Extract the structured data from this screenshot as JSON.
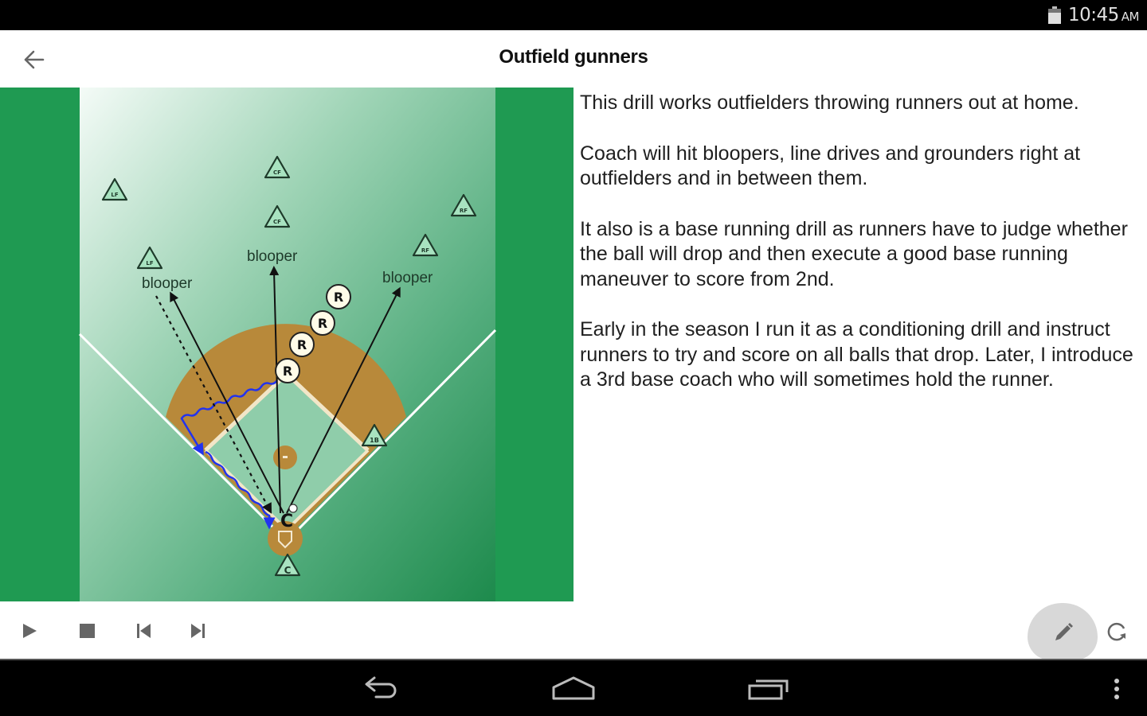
{
  "status_bar": {
    "time": "10:45",
    "ampm": "AM",
    "icons": [
      "battery-icon"
    ]
  },
  "app_bar": {
    "back_icon": "arrow-left-icon",
    "title": "Outfield gunners"
  },
  "diagram": {
    "labels": {
      "blooper_left": "blooper",
      "blooper_center": "blooper",
      "blooper_right": "blooper",
      "coach": "C"
    },
    "players": [
      {
        "pos": "LF",
        "role": "outfielder-deep"
      },
      {
        "pos": "CF",
        "role": "outfielder-deep"
      },
      {
        "pos": "RF",
        "role": "outfielder-deep"
      },
      {
        "pos": "LF",
        "role": "outfielder-shallow"
      },
      {
        "pos": "CF",
        "role": "outfielder-shallow"
      },
      {
        "pos": "RF",
        "role": "outfielder-shallow"
      },
      {
        "pos": "1B",
        "role": "first-base"
      },
      {
        "pos": "C",
        "role": "catcher"
      }
    ],
    "runners": [
      "R",
      "R",
      "R",
      "R"
    ],
    "colors": {
      "outer_green": "#1f9a52",
      "field_light": "#e8f5ee",
      "field_dark": "#2a8f57",
      "dirt": "#b8893a",
      "runner_path": "#2233ee"
    }
  },
  "description": {
    "paragraphs": [
      "This drill works outfielders throwing runners out at home.",
      "Coach will hit bloopers, line drives and grounders right at outfielders and in between them.",
      "It also is a base running drill as runners have to judge whether the ball will drop and then execute a good base running maneuver to score from 2nd.",
      "Early in the season I run it as a conditioning drill and instruct runners to try and score on all balls that drop. Later, I introduce a 3rd base coach who will sometimes hold the runner."
    ]
  },
  "playback": {
    "buttons": [
      {
        "name": "play-button",
        "icon": "play-icon"
      },
      {
        "name": "stop-button",
        "icon": "stop-icon"
      },
      {
        "name": "skip-previous-button",
        "icon": "skip-previous-icon"
      },
      {
        "name": "skip-next-button",
        "icon": "skip-next-icon"
      }
    ],
    "edit_icon": "pencil-icon",
    "refresh_icon": "refresh-icon"
  },
  "nav_bar": {
    "buttons": [
      "back-icon",
      "home-icon",
      "recent-apps-icon",
      "overflow-menu-icon"
    ]
  }
}
